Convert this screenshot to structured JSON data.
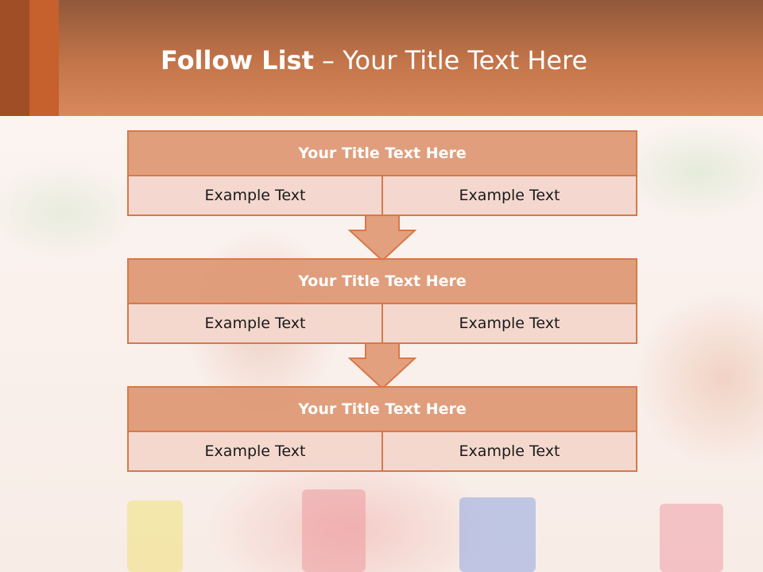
{
  "slide": {
    "title_bold": "Follow List",
    "title_rest": " – Your Title Text Here"
  },
  "flow": [
    {
      "title": "Your Title Text Here",
      "left": "Example Text",
      "right": "Example Text"
    },
    {
      "title": "Your Title Text Here",
      "left": "Example Text",
      "right": "Example Text"
    },
    {
      "title": "Your Title Text Here",
      "left": "Example Text",
      "right": "Example Text"
    }
  ],
  "colors": {
    "accent": "#d8784a",
    "header_fill": "#de9976",
    "cell_fill": "#f3d6cc",
    "header_band": "#c4754a"
  }
}
